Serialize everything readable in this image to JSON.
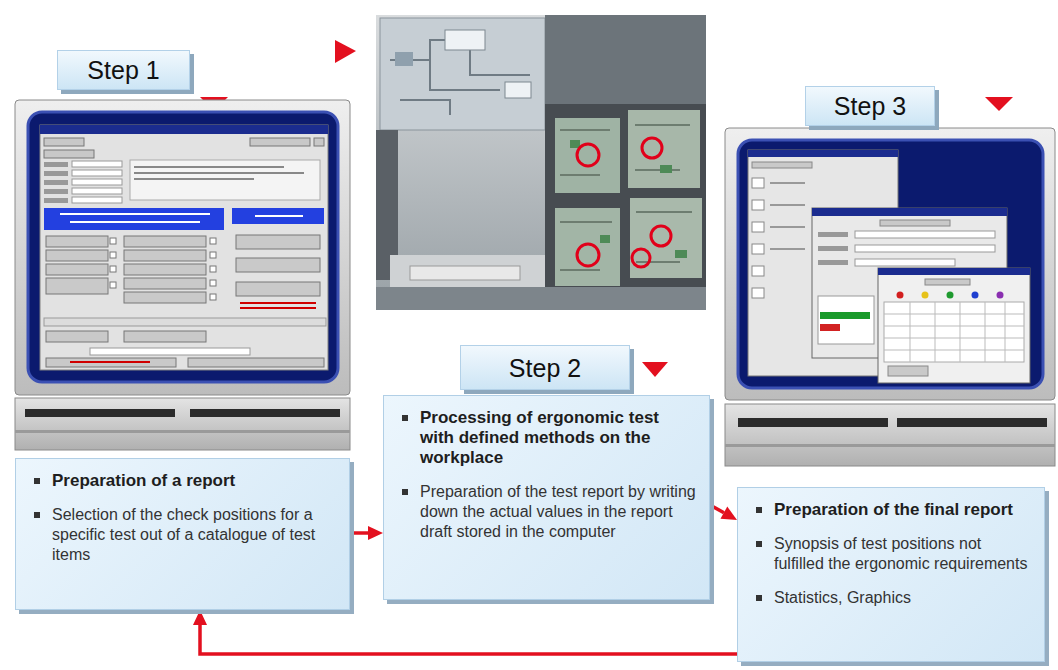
{
  "diagram": {
    "nodes": [
      {
        "text": [
          "Step 1"
        ]
      },
      {
        "text": [
          "Preparation of a report",
          "Selection of the check positions for a specific test out of a catalogue of test items"
        ]
      },
      {
        "text": [
          "Step 2"
        ]
      },
      {
        "text": [
          "Processing of ergonomic test with defined methods on the workplace",
          "Preparation of the test report by writing down the actual values in the report draft stored in the computer"
        ]
      },
      {
        "text": [
          "Step 3"
        ]
      },
      {
        "text": [
          "Preparation of the final report",
          "Synopsis of test positions not fulfilled the ergonomic requirements",
          "Statistics, Graphics"
        ]
      }
    ],
    "edges": [
      {
        "from": 1,
        "to": 3,
        "arrow": "to"
      },
      {
        "from": 3,
        "to": 5,
        "arrow": "to"
      },
      {
        "from": 5,
        "to": 1,
        "arrow": "to"
      }
    ]
  }
}
